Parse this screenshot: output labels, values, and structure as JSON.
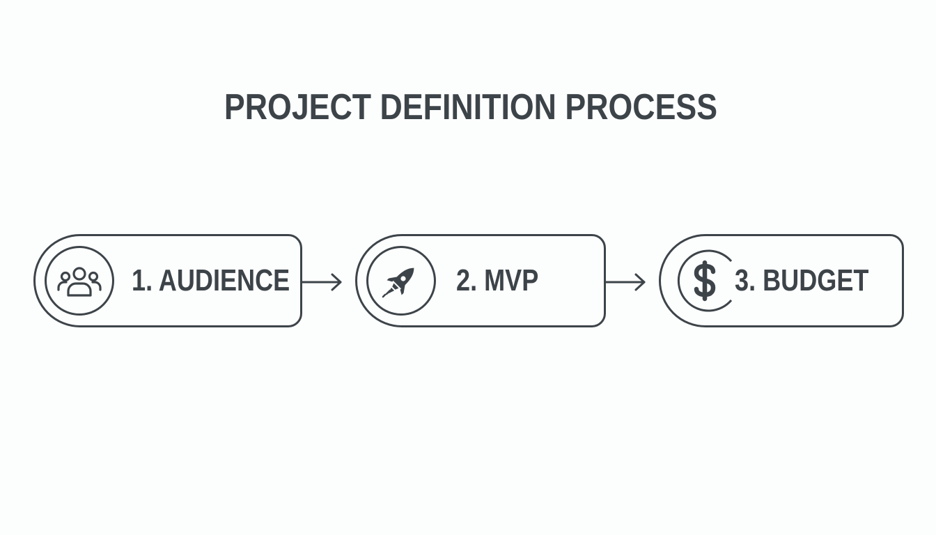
{
  "title": "PROJECT DEFINITION PROCESS",
  "steps": [
    {
      "label": "1. AUDIENCE",
      "icon": "people-group-icon"
    },
    {
      "label": "2. MVP",
      "icon": "rocket-icon"
    },
    {
      "label": "3. BUDGET",
      "icon": "dollar-icon"
    }
  ],
  "colors": {
    "ink": "#3d4449",
    "background": "#fcfdfd"
  }
}
